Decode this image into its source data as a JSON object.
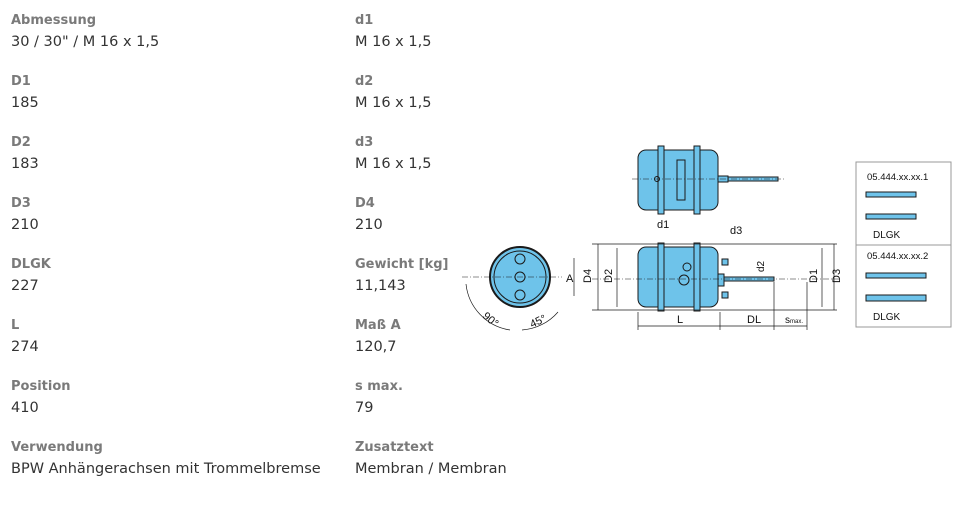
{
  "specs_left": [
    {
      "label": "Abmessung",
      "value": "30 / 30\" / M 16 x 1,5"
    },
    {
      "label": "D1",
      "value": "185"
    },
    {
      "label": "D2",
      "value": "183"
    },
    {
      "label": "D3",
      "value": "210"
    },
    {
      "label": "DLGK",
      "value": "227"
    },
    {
      "label": "L",
      "value": "274"
    },
    {
      "label": "Position",
      "value": "410"
    },
    {
      "label": "Verwendung",
      "value": "BPW Anhängerachsen mit Trommelbremse"
    }
  ],
  "specs_right": [
    {
      "label": "d1",
      "value": "M 16 x 1,5"
    },
    {
      "label": "d2",
      "value": "M 16 x 1,5"
    },
    {
      "label": "d3",
      "value": "M 16 x 1,5"
    },
    {
      "label": "D4",
      "value": "210"
    },
    {
      "label": "Gewicht [kg]",
      "value": "11,143"
    },
    {
      "label": "Maß A",
      "value": "120,7"
    },
    {
      "label": "s max.",
      "value": "79"
    },
    {
      "label": "Zusatztext",
      "value": "Membran / Membran"
    }
  ],
  "diagram": {
    "labels": {
      "d1": "d1",
      "d3": "d3",
      "d2": "d2",
      "A": "A",
      "D4": "D4",
      "D2": "D2",
      "D1": "D1",
      "D3": "D3",
      "L": "L",
      "DL": "DL",
      "s": "s",
      "smax_sub": "max.",
      "deg90": "90°",
      "deg45": "45°"
    },
    "variant1": "05.444.xx.xx.1",
    "variant2": "05.444.xx.xx.2",
    "dlgk": "DLGK"
  },
  "colors": {
    "body": "#6ec3ea",
    "outline": "#1a1a1a"
  }
}
